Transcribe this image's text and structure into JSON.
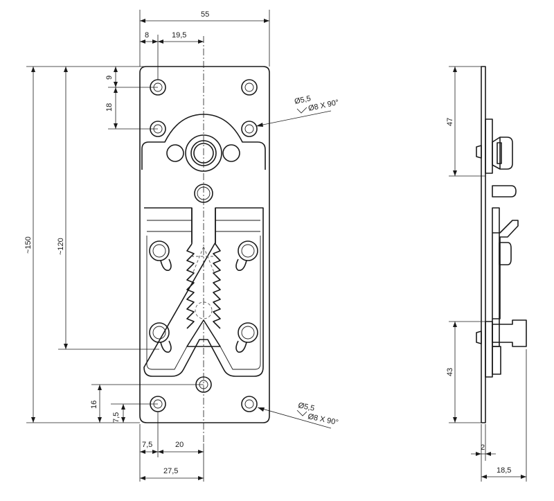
{
  "dimensions": {
    "width_top": "55",
    "offset_8": "8",
    "offset_19_5": "19,5",
    "height_total": "~150",
    "height_inner": "~120",
    "hole_top_9": "9",
    "hole_spacing_18": "18",
    "bottom_16": "16",
    "bottom_7_5_v": "7,5",
    "bottom_7_5_h": "7,5",
    "bottom_20": "20",
    "bottom_27_5": "27,5",
    "side_47": "47",
    "side_43": "43",
    "side_thickness_2": "2",
    "side_depth_18_5": "18,5"
  },
  "callouts": {
    "top_hole_dia": "Ø5,5",
    "top_countersink": "Ø8 X 90°",
    "bottom_hole_dia": "Ø5,5",
    "bottom_countersink": "Ø8 X 90°"
  }
}
